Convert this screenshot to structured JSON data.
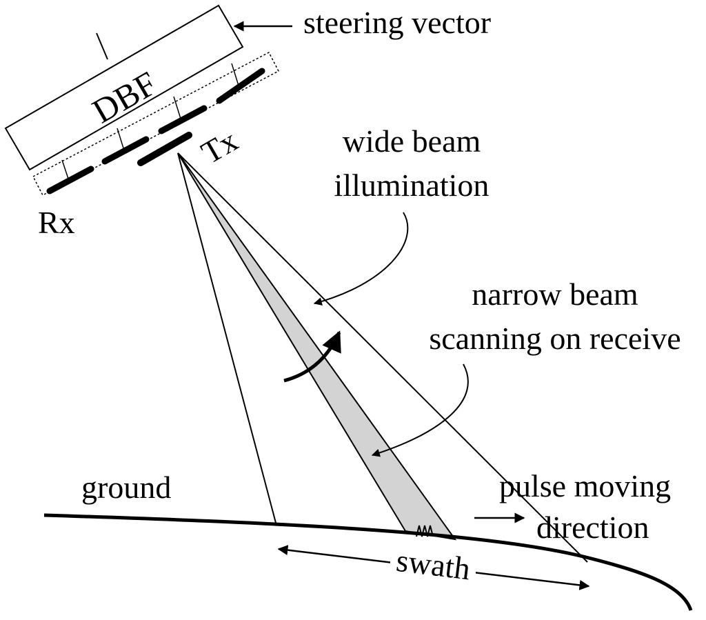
{
  "labels": {
    "steering_vector": "steering vector",
    "dbf": "DBF",
    "tx": "Tx",
    "rx": "Rx",
    "wide_beam_line1": "wide  beam",
    "wide_beam_line2": "illumination",
    "narrow_beam_line1": "narrow  beam",
    "narrow_beam_line2": "scanning on receive",
    "ground": "ground",
    "pulse_line1": "pulse moving",
    "pulse_line2": "direction",
    "swath": "swath"
  },
  "colors": {
    "ink": "#000000",
    "beam_fill": "#d3d3d3",
    "background": "#ffffff"
  }
}
